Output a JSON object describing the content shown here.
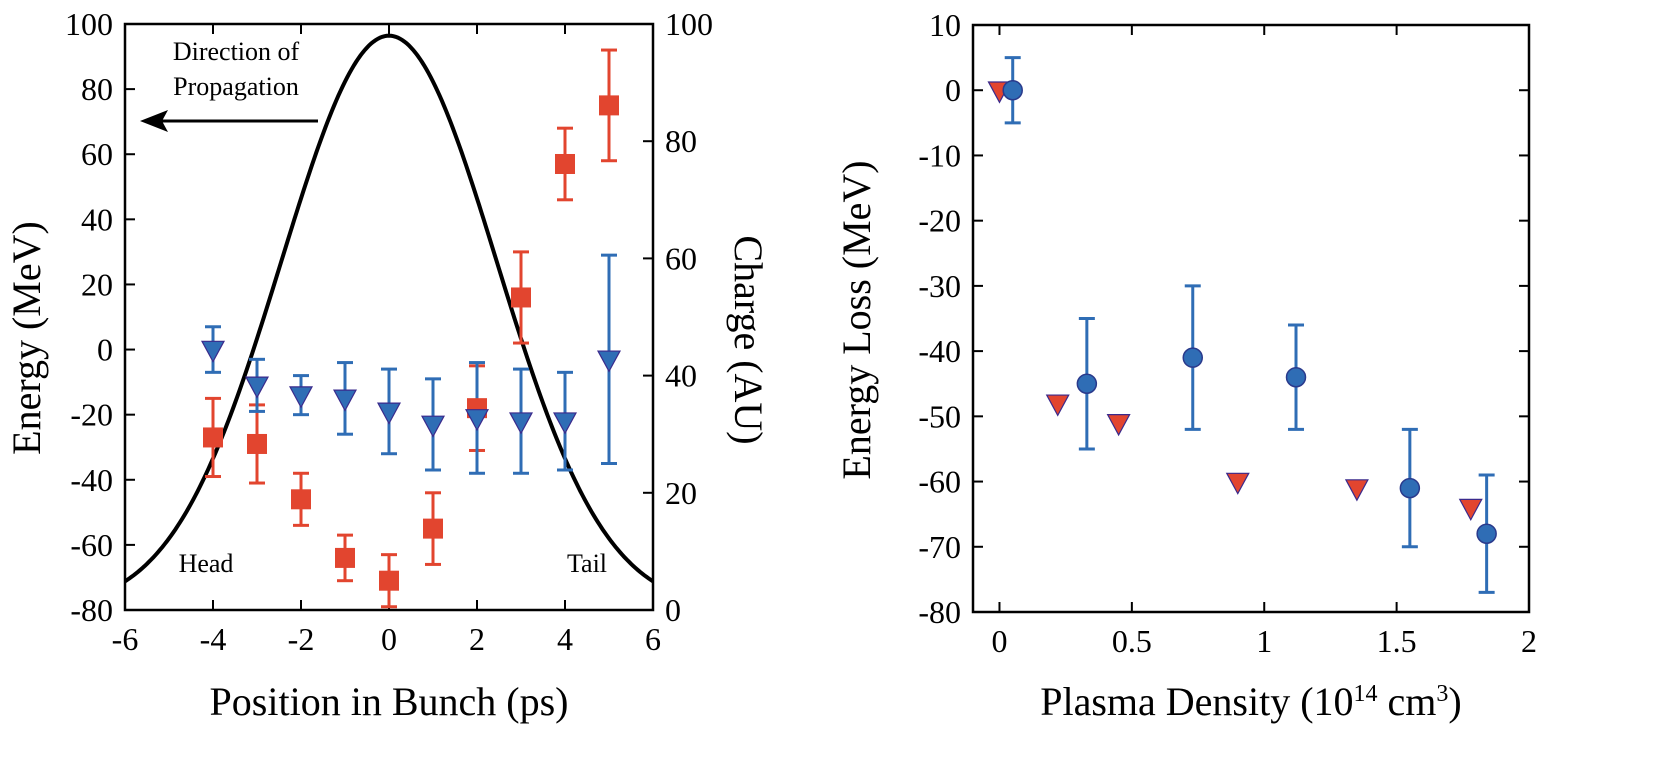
{
  "colors": {
    "red": "#e2452f",
    "blue": "#2f6db5",
    "black": "#000000"
  },
  "chart_data": [
    {
      "type": "scatter",
      "xlabel": "Position in Bunch (ps)",
      "ylabel": "Energy (MeV)",
      "y2label": "Charge (AU)",
      "xlim": [
        -6,
        6
      ],
      "ylim": [
        -80,
        100
      ],
      "y2lim": [
        0,
        100
      ],
      "xticks": [
        "-6",
        "-4",
        "-2",
        "0",
        "2",
        "4",
        "6"
      ],
      "yticks": [
        "-80",
        "-60",
        "-40",
        "-20",
        "0",
        "20",
        "40",
        "60",
        "80",
        "100"
      ],
      "y2ticks": [
        "0",
        "20",
        "40",
        "60",
        "80",
        "100"
      ],
      "annotations": {
        "direction_line1": "Direction of",
        "direction_line2": "Propagation",
        "head": "Head",
        "tail": "Tail"
      },
      "series": [
        {
          "marker": "square",
          "color": "#e2452f",
          "x": [
            -4,
            -3,
            -2,
            -1,
            0,
            1,
            2,
            3,
            4,
            5
          ],
          "y": [
            -27,
            -29,
            -46,
            -64,
            -71,
            -55,
            -18,
            16,
            57,
            75
          ],
          "err": [
            12,
            12,
            8,
            7,
            8,
            11,
            13,
            14,
            11,
            17
          ]
        },
        {
          "marker": "triangle-down",
          "color": "#2f6db5",
          "x": [
            -4,
            -3,
            -2,
            -1,
            0,
            1,
            2,
            3,
            4,
            5
          ],
          "y": [
            0,
            -11,
            -14,
            -15,
            -19,
            -23,
            -21,
            -22,
            -22,
            -3
          ],
          "err": [
            7,
            8,
            6,
            11,
            13,
            14,
            17,
            16,
            15,
            32
          ]
        },
        {
          "type": "line",
          "axis": "y2",
          "color": "#000000",
          "shape": "gaussian",
          "center": 0,
          "sigma": 2.45,
          "peak": 98
        }
      ]
    },
    {
      "type": "scatter",
      "xlabel": "Plasma Density (10",
      "xlabel_sup1": "14",
      "xlabel_mid": " cm",
      "xlabel_sup2": "3",
      "xlabel_end": ")",
      "ylabel": "Energy Loss (MeV)",
      "xlim": [
        -0.1,
        2
      ],
      "ylim": [
        -80,
        10
      ],
      "xticks": [
        "0",
        "0.5",
        "1",
        "1.5",
        "2"
      ],
      "yticks": [
        "-80",
        "-70",
        "-60",
        "-50",
        "-40",
        "-30",
        "-20",
        "-10",
        "0",
        "10"
      ],
      "series": [
        {
          "marker": "circle",
          "color": "#2f6db5",
          "x": [
            0.05,
            0.33,
            0.73,
            1.12,
            1.55,
            1.84
          ],
          "y": [
            0,
            -45,
            -41,
            -44,
            -61,
            -68
          ],
          "err": [
            5,
            10,
            11,
            8,
            9,
            9
          ]
        },
        {
          "marker": "triangle-down",
          "color": "#e2452f",
          "x": [
            0.0,
            0.22,
            0.45,
            0.9,
            1.35,
            1.78
          ],
          "y": [
            0,
            -48,
            -51,
            -60,
            -61,
            -64
          ],
          "err": []
        }
      ]
    }
  ]
}
